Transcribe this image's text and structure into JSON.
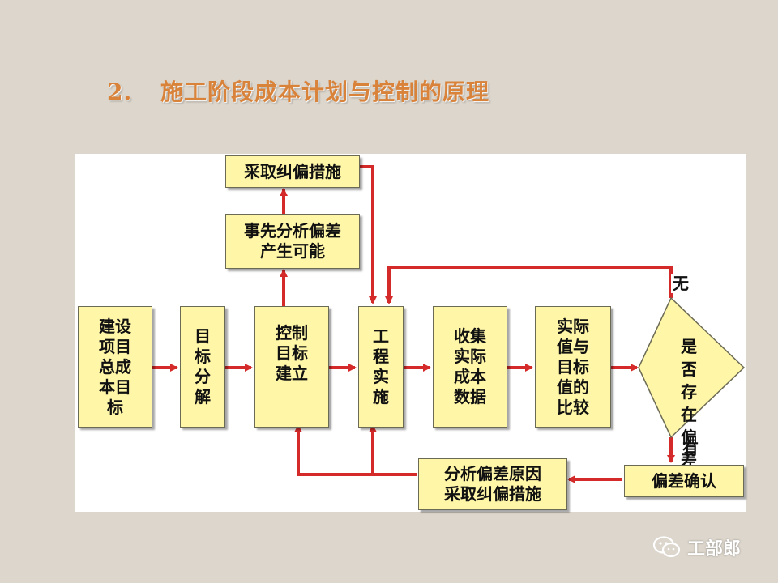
{
  "title": {
    "number": "2.",
    "text": "施工阶段成本计划与控制的原理"
  },
  "boxes": {
    "corrective": "采取纠偏措施",
    "preanalysis": "事先分析偏差\n产生可能",
    "project_target": "建设\n项目\n总成\n本目\n标",
    "decompose": "目\n标\n分\n解",
    "establish": "控制\n目标\n建立",
    "implement": "工\n程\n实\n施",
    "collect": "收集\n实际\n成本\n数据",
    "compare": "实际\n值与\n目标\n值的\n比较",
    "analysis": "分析偏差原因\n采取纠偏措施",
    "confirm": "偏差确认"
  },
  "decision": {
    "text": "是\n否\n存\n在\n偏\n差"
  },
  "labels": {
    "none": "无",
    "yes": "有"
  },
  "watermark": {
    "text": "工部郎",
    "icon": "wechat-icon"
  },
  "colors": {
    "arrow": "#d42a2a",
    "box_fill": "#fff6a8",
    "title": "#d9823a"
  }
}
